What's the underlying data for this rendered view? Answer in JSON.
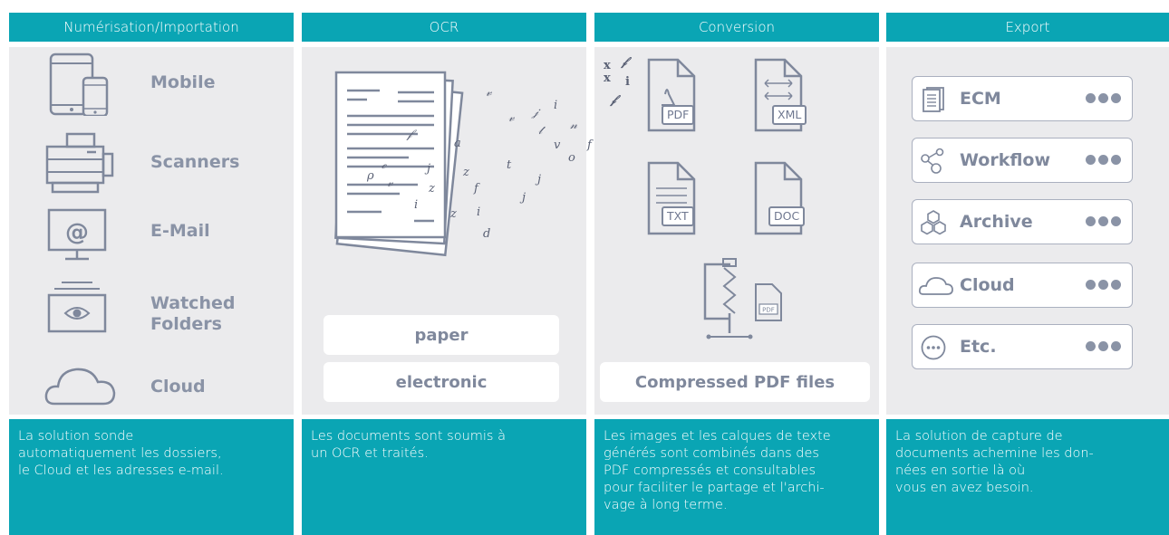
{
  "columns": [
    {
      "header": "Numérisation/Importation",
      "sources": [
        {
          "label": "Mobile",
          "icon": "mobile-tablet-icon"
        },
        {
          "label": "Scanners",
          "icon": "scanner-icon"
        },
        {
          "label": "E-Mail",
          "icon": "email-monitor-icon"
        },
        {
          "label": "Watched Folders",
          "icon": "watched-folder-icon"
        },
        {
          "label": "Cloud",
          "icon": "cloud-icon"
        }
      ],
      "footer": [
        "La solution sonde",
        "automatiquement les dossiers,",
        "le Cloud et les adresses e-mail."
      ]
    },
    {
      "header": "OCR",
      "pills": [
        "paper",
        "electronic"
      ],
      "footer": [
        "Les documents sont soumis à",
        "un OCR et traités."
      ]
    },
    {
      "header": "Conversion",
      "formats": [
        "PDF",
        "XML",
        "TXT",
        "DOC"
      ],
      "caption": "Compressed PDF files",
      "small_pdf_label": "PDF",
      "footer": [
        "Les images et les calques de texte",
        "générés sont combinés dans des",
        "PDF compressés et consultables",
        "pour faciliter le partage et l'archi-",
        "vage à long terme."
      ]
    },
    {
      "header": "Export",
      "targets": [
        {
          "label": "ECM",
          "icon": "documents-stack-icon"
        },
        {
          "label": "Workflow",
          "icon": "workflow-nodes-icon"
        },
        {
          "label": "Archive",
          "icon": "archive-hexagons-icon"
        },
        {
          "label": "Cloud",
          "icon": "cloud-icon"
        },
        {
          "label": "Etc.",
          "icon": "more-circle-icon"
        }
      ],
      "footer": [
        "La solution de capture de",
        "documents achemine les don-",
        "nées en sortie là où",
        "vous en avez besoin."
      ]
    }
  ],
  "colors": {
    "teal": "#0aa5b4",
    "panel": "#ebebed",
    "icon_gray": "#7f889c"
  }
}
